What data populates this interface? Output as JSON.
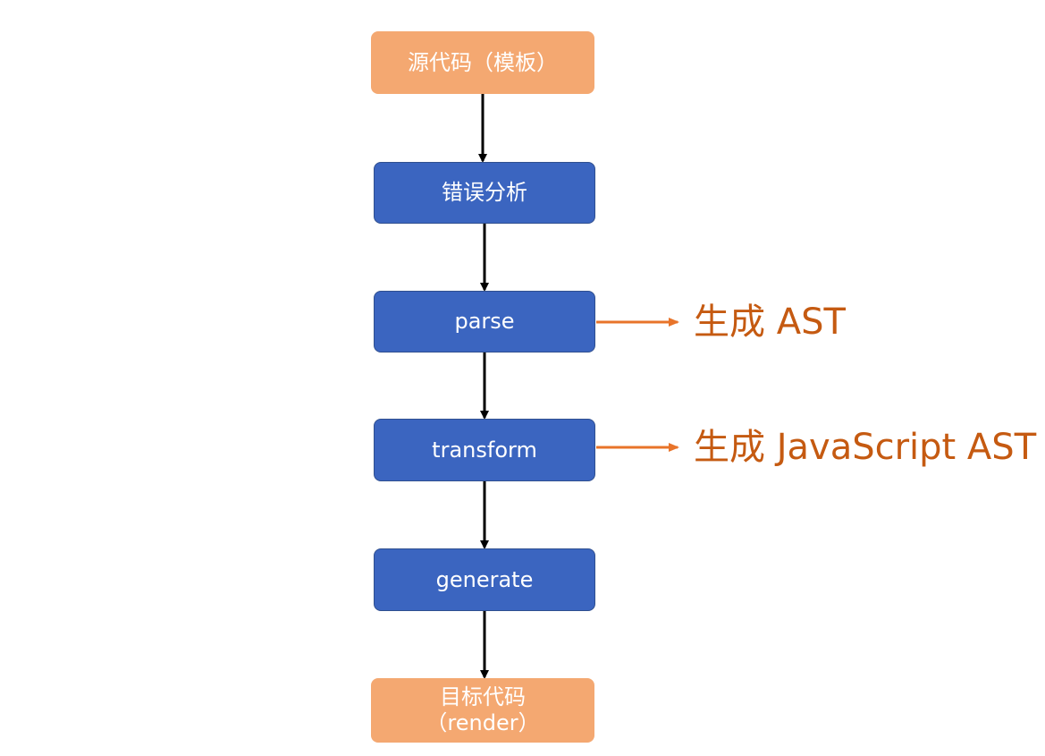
{
  "colors": {
    "terminal_fill": "#f4a871",
    "step_fill": "#3b65c0",
    "flow_arrow": "#000000",
    "annotation_arrow": "#e8742a",
    "annotation_text": "#c55a11"
  },
  "nodes": {
    "source": {
      "line1": "源代码（模板）",
      "line2": ""
    },
    "error_analysis": {
      "label": "错误分析"
    },
    "parse": {
      "label": "parse"
    },
    "transform": {
      "label": "transform"
    },
    "generate": {
      "label": "generate"
    },
    "target": {
      "line1": "目标代码",
      "line2": "（render）"
    }
  },
  "annotations": {
    "parse_output": "生成 AST",
    "transform_output": "生成 JavaScript AST"
  }
}
